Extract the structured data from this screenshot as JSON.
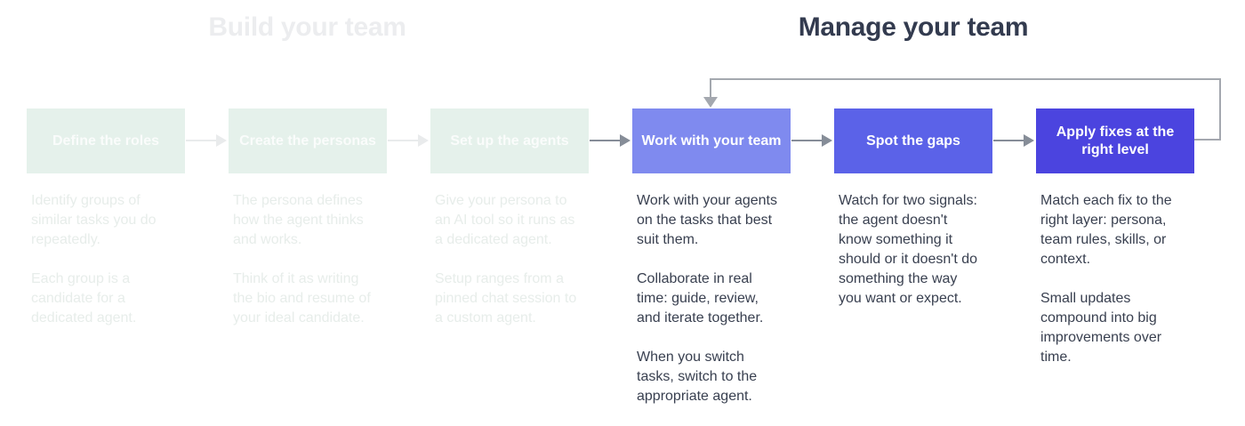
{
  "sections": {
    "build": {
      "title": "Build your team",
      "state": "faded"
    },
    "manage": {
      "title": "Manage your team",
      "state": "active"
    }
  },
  "columns": [
    {
      "label": "Define the roles",
      "state": "faded",
      "paragraphs": [
        "Identify groups of similar tasks you do repeatedly.",
        "Each group is a candidate for a dedicated agent."
      ]
    },
    {
      "label": "Create the personas",
      "state": "faded",
      "paragraphs": [
        "The persona defines how the agent thinks and works.",
        "Think of it as writing the bio and resume of your ideal candidate."
      ]
    },
    {
      "label": "Set up the agents",
      "state": "faded",
      "paragraphs": [
        "Give your persona to an AI tool so it runs as a dedicated agent.",
        "Setup ranges from a pinned chat session to a custom agent."
      ]
    },
    {
      "label": "Work with your team",
      "state": "active",
      "paragraphs": [
        "Work with your agents on the tasks that best suit them.",
        "Collaborate in real time: guide, review, and iterate together.",
        "When you switch tasks, switch to the appropriate agent."
      ]
    },
    {
      "label": "Spot the gaps",
      "state": "active",
      "paragraphs": [
        "Watch for two signals: the agent doesn't know something it should or it doesn't do something the way you want or expect."
      ]
    },
    {
      "label": "Apply fixes at the right level",
      "state": "active",
      "paragraphs": [
        "Match each fix to the right layer: persona, team rules, skills, or context.",
        "Small updates compound into big improvements over time."
      ]
    }
  ],
  "flow": {
    "arrows": [
      {
        "from": "Define the roles",
        "to": "Create the personas",
        "state": "faded"
      },
      {
        "from": "Create the personas",
        "to": "Set up the agents",
        "state": "faded"
      },
      {
        "from": "Set up the agents",
        "to": "Work with your team",
        "state": "active"
      },
      {
        "from": "Work with your team",
        "to": "Spot the gaps",
        "state": "active"
      },
      {
        "from": "Spot the gaps",
        "to": "Apply fixes at the right level",
        "state": "active"
      }
    ],
    "feedback_loop": {
      "from": "Apply fixes at the right level",
      "to": "Work with your team"
    }
  },
  "colors": {
    "background": "#FFFFFF",
    "box_faded": "#E5F1EB",
    "box_work": "#7F8AEF",
    "box_spot": "#5B62E8",
    "box_apply": "#4B44DF",
    "title_active": "#333B4F",
    "title_faded": "#ECEDEF",
    "body_text": "#394050",
    "faded_body_text": "#E7EDEA",
    "faded_label_text": "#FAFCFB",
    "arrow": "#868D98",
    "faded_arrow": "#E9EBEC",
    "loop_arrow": "#A4A8AF"
  }
}
